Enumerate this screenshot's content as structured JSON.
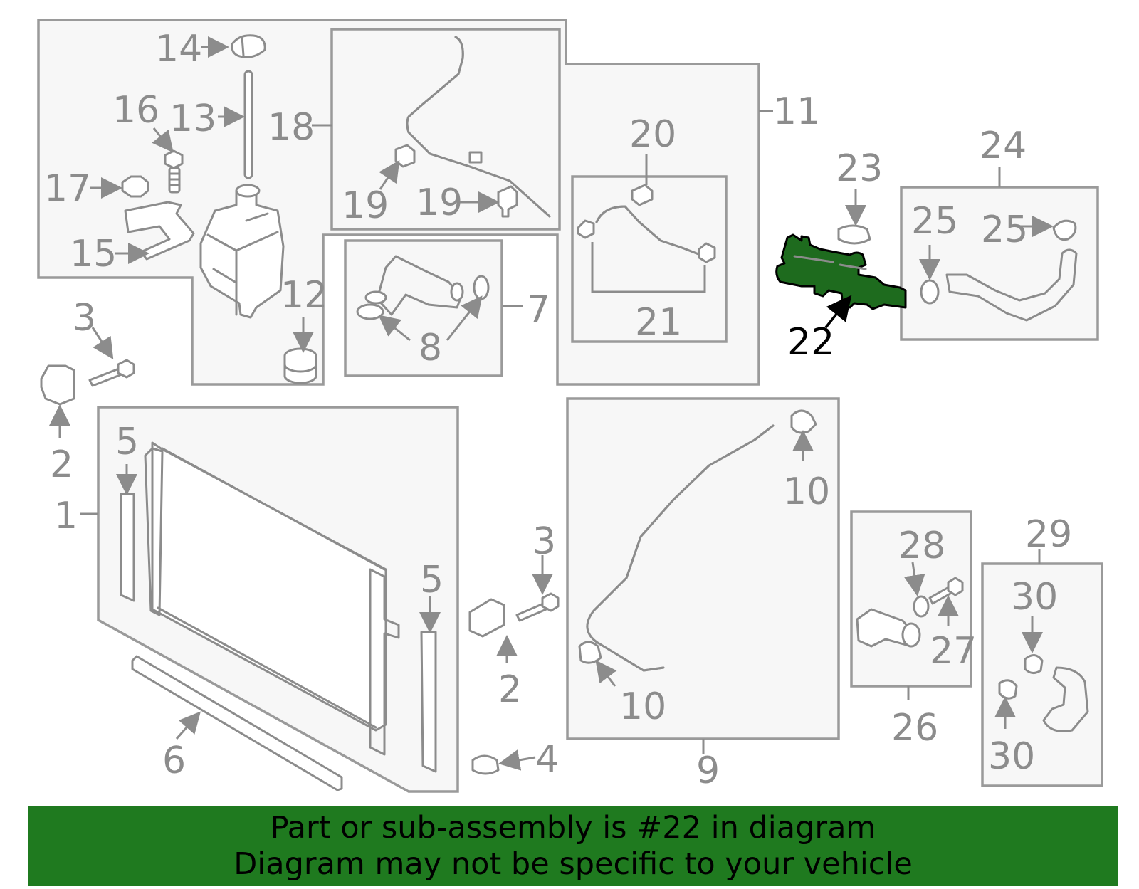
{
  "callouts": {
    "c1": "1",
    "c2a": "2",
    "c2b": "2",
    "c3a": "3",
    "c3b": "3",
    "c4": "4",
    "c5a": "5",
    "c5b": "5",
    "c6": "6",
    "c7": "7",
    "c8": "8",
    "c9": "9",
    "c10a": "10",
    "c10b": "10",
    "c11": "11",
    "c12": "12",
    "c13": "13",
    "c14": "14",
    "c15": "15",
    "c16": "16",
    "c17": "17",
    "c18": "18",
    "c19a": "19",
    "c19b": "19",
    "c20": "20",
    "c21": "21",
    "c22": "22",
    "c23": "23",
    "c24": "24",
    "c25a": "25",
    "c25b": "25",
    "c26": "26",
    "c27": "27",
    "c28": "28",
    "c29": "29",
    "c30a": "30",
    "c30b": "30"
  },
  "highlight": {
    "part_number": "22",
    "color": "#1e6b1e"
  },
  "footer": {
    "line1": "Part or sub-assembly is #22 in diagram",
    "line2": "Diagram may not be specific to your vehicle",
    "background": "#1f7a1f"
  }
}
